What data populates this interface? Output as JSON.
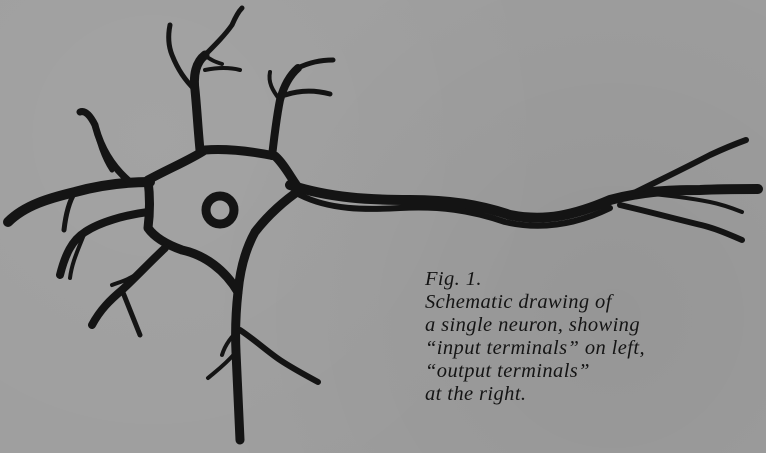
{
  "figure": {
    "caption_lines": [
      "Fig. 1.",
      "Schematic drawing of",
      "a single neuron, showing",
      "“input terminals” on left,",
      "“output terminals”",
      "at the right."
    ]
  },
  "colors": {
    "paper": "#9e9e9e",
    "ink": "#141414"
  }
}
